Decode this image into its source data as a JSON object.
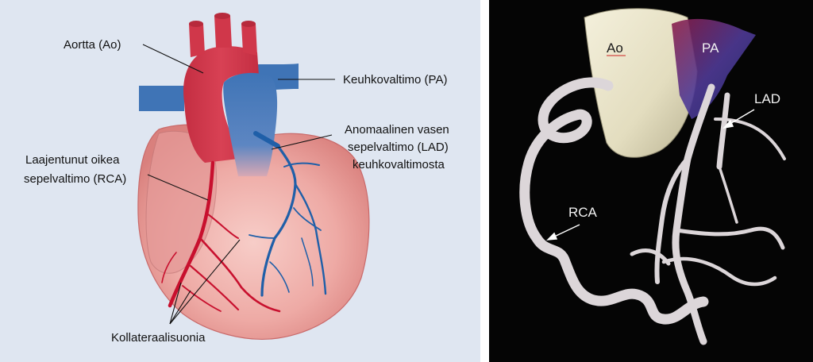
{
  "illustration": {
    "labels": {
      "aorta": "Aortta (Ao)",
      "pa": "Keuhkovaltimo (PA)",
      "lad_line1": "Anomaalinen vasen",
      "lad_line2": "sepelvaltimo (LAD)",
      "lad_line3": "keuhkovaltimosta",
      "rca_line1": "Laajentunut oikea",
      "rca_line2": "sepelvaltimo (RCA)",
      "collaterals": "Kollateraalisuonia"
    },
    "colors": {
      "background": "#dfe6f1",
      "aorta": "#d0374a",
      "pulmonary_artery": "#3f74b6",
      "heart_muscle": "#eeaaa5",
      "rca_vessel": "#c8102e",
      "lad_vessel": "#1f5fa8"
    }
  },
  "ct_image": {
    "labels": {
      "ao": "Ao",
      "pa": "PA",
      "lad": "LAD",
      "rca": "RCA"
    },
    "colors": {
      "background": "#050505",
      "vessel": "#e2dde0",
      "aorta": "#ede8cf",
      "pulmonary": "#4f3a96"
    }
  }
}
